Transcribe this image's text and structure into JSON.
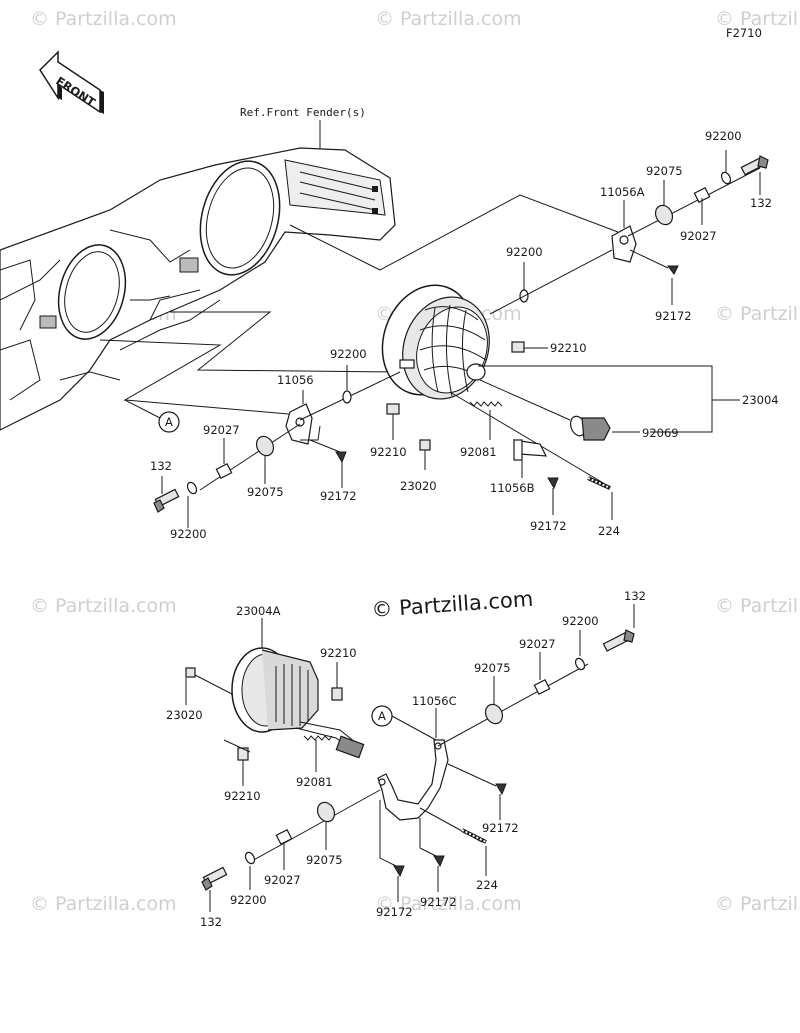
{
  "figure_code": "F2710",
  "front_label": "FRONT",
  "ref_note": "Ref.Front Fender(s)",
  "watermark": "© Partzilla.com",
  "marker_a": "A",
  "parts": {
    "p11056A": "11056A",
    "p92200": "92200",
    "p92075": "92075",
    "p92027": "92027",
    "p132": "132",
    "p92172": "92172",
    "p92210": "92210",
    "p23004": "23004",
    "p92069": "92069",
    "p11056": "11056",
    "p92081": "92081",
    "p23020": "23020",
    "p11056B": "11056B",
    "p224": "224",
    "p23004A": "23004A",
    "p11056C": "11056C"
  }
}
